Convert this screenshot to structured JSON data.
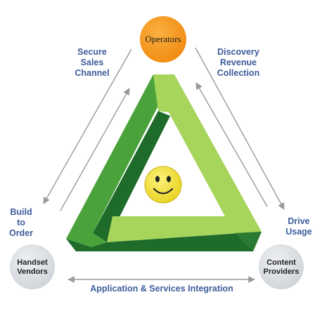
{
  "nodes": {
    "operators": "Operators",
    "handset_vendors": "Handset\nVendors",
    "content_providers": "Content\nProviders"
  },
  "labels": {
    "secure_sales_channel": "Secure\nSales\nChannel",
    "discovery_revenue_collection": "Discovery\nRevenue\nCollection",
    "build_to_order": "Build\nto\nOrder",
    "drive_usage": "Drive\nUsage",
    "application_services_integration": "Application & Services Integration"
  },
  "center_icon": "smiley-face-icon",
  "colors": {
    "operators_fill": "#f7941d",
    "corner_fill": "#dcdfe3",
    "label_text": "#3d5d9c",
    "arrow": "#9a9a9a",
    "green_light": "#a7d45a",
    "green_mid": "#4aa33a",
    "green_dark": "#1e6b2a",
    "smiley": "#f3e23a"
  }
}
